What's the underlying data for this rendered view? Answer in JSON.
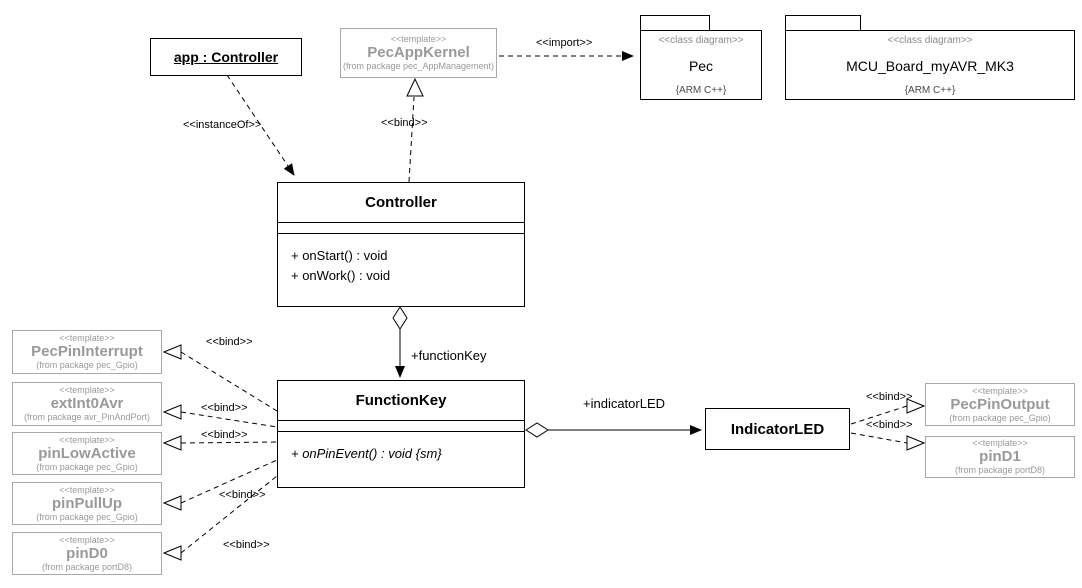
{
  "app_instance": {
    "label": "app : Controller"
  },
  "pec_app_kernel": {
    "stereotype": "<<template>>",
    "name": "PecAppKernel",
    "origin": "(from package pec_AppManagement)"
  },
  "packages": [
    {
      "stereotype": "<<class diagram>>",
      "name": "Pec",
      "language": "{ARM C++}"
    },
    {
      "stereotype": "<<class diagram>>",
      "name": "MCU_Board_myAVR_MK3",
      "language": "{ARM C++}"
    }
  ],
  "classes": {
    "controller": {
      "name": "Controller",
      "methods": [
        "+ onStart() : void",
        "+ onWork() : void"
      ]
    },
    "function_key": {
      "name": "FunctionKey",
      "methods": [
        "+ onPinEvent() : void {sm}"
      ]
    },
    "indicator_led": {
      "name": "IndicatorLED"
    }
  },
  "left_templates": [
    {
      "stereotype": "<<template>>",
      "name": "PecPinInterrupt",
      "origin": "(from package pec_Gpio)"
    },
    {
      "stereotype": "<<template>>",
      "name": "extInt0Avr",
      "origin": "(from package avr_PinAndPort)"
    },
    {
      "stereotype": "<<template>>",
      "name": "pinLowActive",
      "origin": "(from package pec_Gpio)"
    },
    {
      "stereotype": "<<template>>",
      "name": "pinPullUp",
      "origin": "(from package pec_Gpio)"
    },
    {
      "stereotype": "<<template>>",
      "name": "pinD0",
      "origin": "(from package portD8)"
    }
  ],
  "right_templates": [
    {
      "stereotype": "<<template>>",
      "name": "PecPinOutput",
      "origin": "(from package pec_Gpio)"
    },
    {
      "stereotype": "<<template>>",
      "name": "pinD1",
      "origin": "(from package portD8)"
    }
  ],
  "edge_labels": {
    "instance_of": "<<instanceOf>>",
    "import": "<<import>>",
    "bind": "<<bind>>",
    "function_key_role": "+functionKey",
    "indicator_led_role": "+indicatorLED"
  }
}
